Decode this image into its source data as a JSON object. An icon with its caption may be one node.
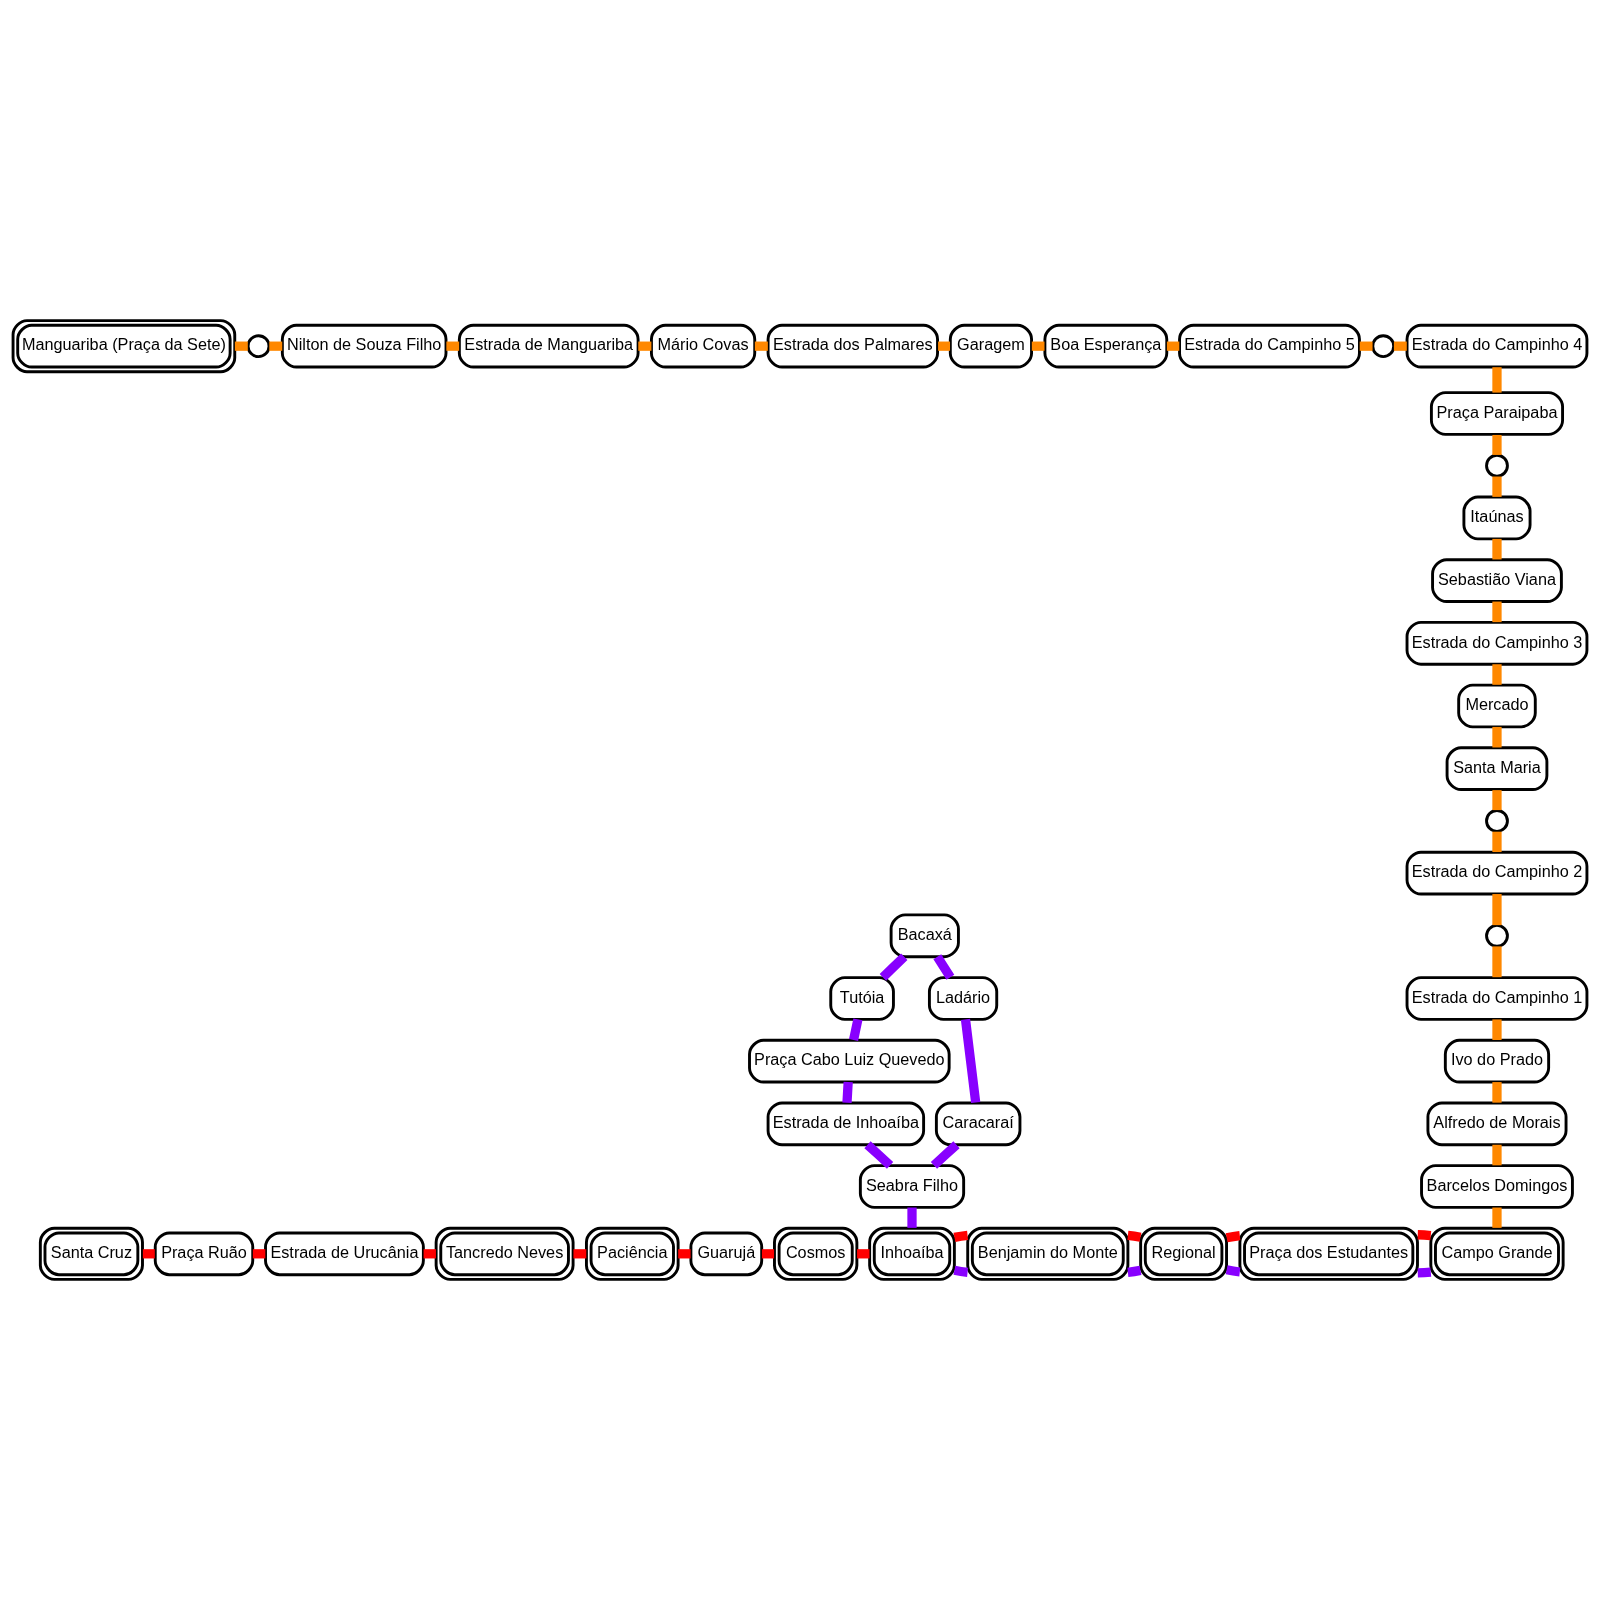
{
  "diagram": {
    "nodes": [
      {
        "text": [
          "Manguariba (Praça da Sete)"
        ]
      },
      {
        "text": [],
        "shape": "circle"
      },
      {
        "text": [
          "Nilton de Souza Filho"
        ]
      },
      {
        "text": [
          "Estrada de Manguariba"
        ]
      },
      {
        "text": [
          "Mário Covas"
        ]
      },
      {
        "text": [
          "Estrada dos Palmares"
        ]
      },
      {
        "text": [
          "Garagem"
        ]
      },
      {
        "text": [
          "Boa Esperança"
        ]
      },
      {
        "text": [
          "Estrada do Campinho 5"
        ]
      },
      {
        "text": [],
        "shape": "circle"
      },
      {
        "text": [
          "Estrada do Campinho 4"
        ]
      },
      {
        "text": [
          "Praça Paraipaba"
        ]
      },
      {
        "text": [],
        "shape": "circle"
      },
      {
        "text": [
          "Itaúnas"
        ]
      },
      {
        "text": [
          "Sebastião Viana"
        ]
      },
      {
        "text": [
          "Estrada do Campinho 3"
        ]
      },
      {
        "text": [
          "Mercado"
        ]
      },
      {
        "text": [
          "Santa Maria"
        ]
      },
      {
        "text": [],
        "shape": "circle"
      },
      {
        "text": [
          "Estrada do Campinho 2"
        ]
      },
      {
        "text": [],
        "shape": "circle"
      },
      {
        "text": [
          "Estrada do Campinho 1"
        ]
      },
      {
        "text": [
          "Bacaxá"
        ]
      },
      {
        "text": [
          "Ladário"
        ]
      },
      {
        "text": [
          "Tutóia"
        ]
      },
      {
        "text": [
          "Caracaraí"
        ]
      },
      {
        "text": [
          "Praça Cabo Luiz Quevedo"
        ]
      },
      {
        "text": [
          "Seabra Filho"
        ]
      },
      {
        "text": [
          "Estrada de Inhoaíba"
        ]
      },
      {
        "text": [
          "Ivo do Prado"
        ]
      },
      {
        "text": [
          "Alfredo de Morais"
        ]
      },
      {
        "text": [
          "Barcelos Domingos"
        ]
      },
      {
        "text": [
          "Campo Grande"
        ]
      },
      {
        "text": [
          "Santa Cruz"
        ]
      },
      {
        "text": [
          "Praça Ruão"
        ]
      },
      {
        "text": [
          "Estrada de Urucânia"
        ]
      },
      {
        "text": [
          "Tancredo Neves"
        ]
      },
      {
        "text": [
          "Paciência"
        ]
      },
      {
        "text": [
          "Guarujá"
        ]
      },
      {
        "text": [
          "Cosmos"
        ]
      },
      {
        "text": [
          "Inhoaíba"
        ]
      },
      {
        "text": [
          "Benjamin do Monte"
        ]
      },
      {
        "text": [
          "Regional"
        ]
      },
      {
        "text": [
          "Praça dos Estudantes"
        ]
      }
    ],
    "edges": [
      {
        "from": 0,
        "to": 1,
        "arrow": "none"
      },
      {
        "from": 1,
        "to": 2,
        "arrow": "none"
      },
      {
        "from": 2,
        "to": 3,
        "arrow": "none"
      },
      {
        "from": 3,
        "to": 4,
        "arrow": "none"
      },
      {
        "from": 4,
        "to": 5,
        "arrow": "none"
      },
      {
        "from": 5,
        "to": 6,
        "arrow": "none"
      },
      {
        "from": 6,
        "to": 7,
        "arrow": "none"
      },
      {
        "from": 7,
        "to": 8,
        "arrow": "none"
      },
      {
        "from": 8,
        "to": 9,
        "arrow": "none"
      },
      {
        "from": 9,
        "to": 10,
        "arrow": "none"
      },
      {
        "from": 10,
        "to": 11,
        "arrow": "none"
      },
      {
        "from": 11,
        "to": 12,
        "arrow": "none"
      },
      {
        "from": 12,
        "to": 13,
        "arrow": "none"
      },
      {
        "from": 13,
        "to": 14,
        "arrow": "none"
      },
      {
        "from": 14,
        "to": 15,
        "arrow": "none"
      },
      {
        "from": 15,
        "to": 16,
        "arrow": "none"
      },
      {
        "from": 16,
        "to": 17,
        "arrow": "none"
      },
      {
        "from": 17,
        "to": 18,
        "arrow": "none"
      },
      {
        "from": 18,
        "to": 19,
        "arrow": "none"
      },
      {
        "from": 19,
        "to": 20,
        "arrow": "none"
      },
      {
        "from": 20,
        "to": 21,
        "arrow": "none"
      },
      {
        "from": 21,
        "to": 29,
        "arrow": "none"
      },
      {
        "from": 29,
        "to": 30,
        "arrow": "none"
      },
      {
        "from": 30,
        "to": 31,
        "arrow": "none"
      },
      {
        "from": 31,
        "to": 32,
        "arrow": "none"
      },
      {
        "from": 22,
        "to": 23,
        "arrow": "none",
        "color": "#8800ff"
      },
      {
        "from": 23,
        "to": 25,
        "arrow": "none",
        "color": "#8800ff"
      },
      {
        "from": 25,
        "to": 27,
        "arrow": "none",
        "color": "#8800ff"
      },
      {
        "from": 27,
        "to": 40,
        "arrow": "none",
        "color": "#8800ff"
      },
      {
        "from": 40,
        "to": 41,
        "arrow": "none",
        "color": "#8800ff"
      },
      {
        "from": 41,
        "to": 42,
        "arrow": "none",
        "color": "#8800ff"
      },
      {
        "from": 42,
        "to": 43,
        "arrow": "none",
        "color": "#8800ff"
      },
      {
        "from": 43,
        "to": 32,
        "arrow": "none",
        "color": "#8800ff"
      },
      {
        "from": 22,
        "to": 24,
        "arrow": "none",
        "color": "#8800ff"
      },
      {
        "from": 24,
        "to": 26,
        "arrow": "none",
        "color": "#8800ff"
      },
      {
        "from": 26,
        "to": 28,
        "arrow": "none",
        "color": "#8800ff"
      },
      {
        "from": 28,
        "to": 27,
        "arrow": "none",
        "color": "#8800ff"
      },
      {
        "from": 33,
        "to": 34,
        "arrow": "none",
        "color": "#ff0000"
      },
      {
        "from": 34,
        "to": 35,
        "arrow": "none",
        "color": "#ff0000"
      },
      {
        "from": 35,
        "to": 36,
        "arrow": "none",
        "color": "#ff0000"
      },
      {
        "from": 36,
        "to": 37,
        "arrow": "none",
        "color": "#ff0000"
      },
      {
        "from": 37,
        "to": 38,
        "arrow": "none",
        "color": "#ff0000"
      },
      {
        "from": 38,
        "to": 39,
        "arrow": "none",
        "color": "#ff0000"
      },
      {
        "from": 39,
        "to": 40,
        "arrow": "none",
        "color": "#ff0000"
      },
      {
        "from": 40,
        "to": 41,
        "arrow": "none",
        "color": "#ff0000"
      },
      {
        "from": 41,
        "to": 42,
        "arrow": "none",
        "color": "#ff0000"
      },
      {
        "from": 42,
        "to": 43,
        "arrow": "none",
        "color": "#ff0000"
      },
      {
        "from": 43,
        "to": 32,
        "arrow": "none",
        "color": "#ff0000"
      }
    ]
  }
}
